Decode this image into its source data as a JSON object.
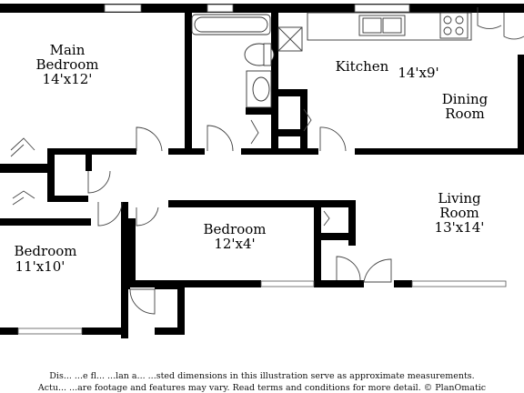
{
  "rooms": {
    "main_bedroom": {
      "name_line1": "Main",
      "name_line2": "Bedroom",
      "size": "14'x12'"
    },
    "kitchen": {
      "name": "Kitchen",
      "size": "14'x9'"
    },
    "dining_room": {
      "name_line1": "Dining",
      "name_line2": "Room"
    },
    "living_room": {
      "name_line1": "Living",
      "name_line2": "Room",
      "size": "13'x14'"
    },
    "bedroom_center": {
      "name": "Bedroom",
      "size": "12'x4'"
    },
    "bedroom_left": {
      "name": "Bedroom",
      "size": "11'x10'"
    }
  },
  "disclaimer": {
    "line1": "Dis... ...e fl... ...lan a... ...sted dimensions in this illustration serve as approximate measurements.",
    "line2": "Actu... ...are footage and features may vary. Read terms and conditions for more detail. © PlanOmatic"
  }
}
